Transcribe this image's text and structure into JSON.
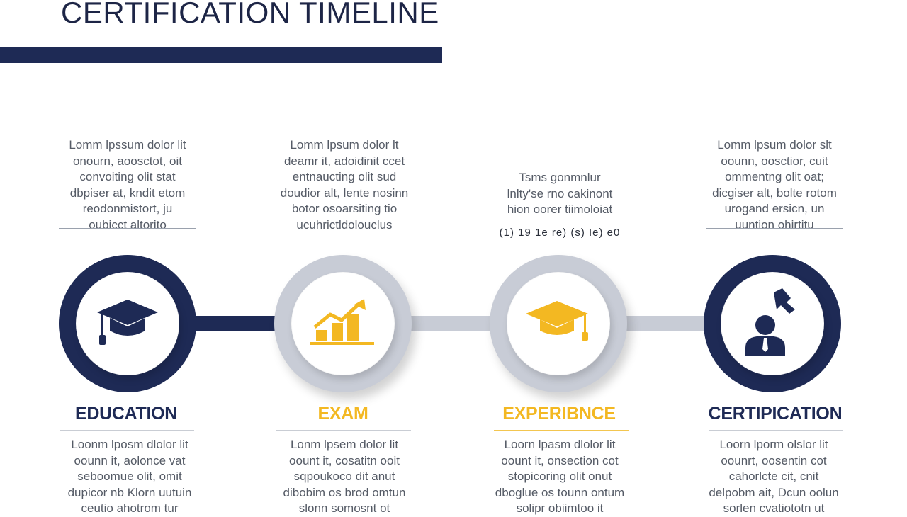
{
  "title": "CERTIFICATION TIMELINE",
  "colors": {
    "navy": "#1e2a55",
    "gold": "#f3b822",
    "grey": "#c8ccd6",
    "text": "#555b66"
  },
  "stages": [
    {
      "label": "EDUCATION",
      "label_color": "navy",
      "icon": "graduation-cap-icon",
      "top_text": [
        "Lomm lpssum dolor lit",
        "onourn, aoosctot, oit",
        "convoiting olit stat",
        "dbpiser at, kndit etom",
        "reodonmistort, ju",
        "oubicct altorito"
      ],
      "bottom_text": [
        "Loonm lposm dlolor lit",
        "oounn it, aolonce vat",
        "seboomue olit, omit",
        "dupicor nb Klorn uutuin",
        "ceutio ahotrom tur"
      ]
    },
    {
      "label": "EXAM",
      "label_color": "gold",
      "icon": "bar-chart-growth-icon",
      "top_text": [
        "Lomm lpsum dolor lt",
        "deamr it, adoidinit ccet",
        "entnaucting olit sud",
        "doudior alt, lente nosinn",
        "botor osoarsiting tio",
        "ucuhrictldolouclus"
      ],
      "bottom_text": [
        "Lonm lpsem dolor lit",
        "oount it, cosatitn ooit",
        "sqpoukoco dit anut",
        "dibobim os brod omtun",
        "slonn somosnt ot"
      ]
    },
    {
      "label": "EXPERIBNCE",
      "label_color": "gold",
      "icon": "graduation-cap-icon",
      "top_text": [
        "Tsms gonmnlur",
        "lnlty'se rno cakinont",
        "hion oorer tiimoloiat"
      ],
      "date": "(1) 19 1e re) (s) Ie) e0",
      "bottom_text": [
        "Loorn lpasm dlolor lit",
        "oount it, onsection cot",
        "stopicoring olit onut",
        "dboglue os tounn ontum",
        "solipr obiimtoo it"
      ]
    },
    {
      "label": "CERTIPICATION",
      "label_color": "navy",
      "icon": "certified-person-icon",
      "top_text": [
        "Lomm lpsum dolor slt",
        "oounn, oosctior, cuit",
        "ommentng olit oat;",
        "dicgiser alt, bolte rotom",
        "urogand ersicn, un",
        "uuntion ohirtitu"
      ],
      "bottom_text": [
        "Loorn lporm olslor lit",
        "oounrt, oosentin cot",
        "cahorlcte cit, cnit",
        "delpobm ait, Dcun oolun",
        "sorlen cvatiototn ut"
      ]
    }
  ]
}
